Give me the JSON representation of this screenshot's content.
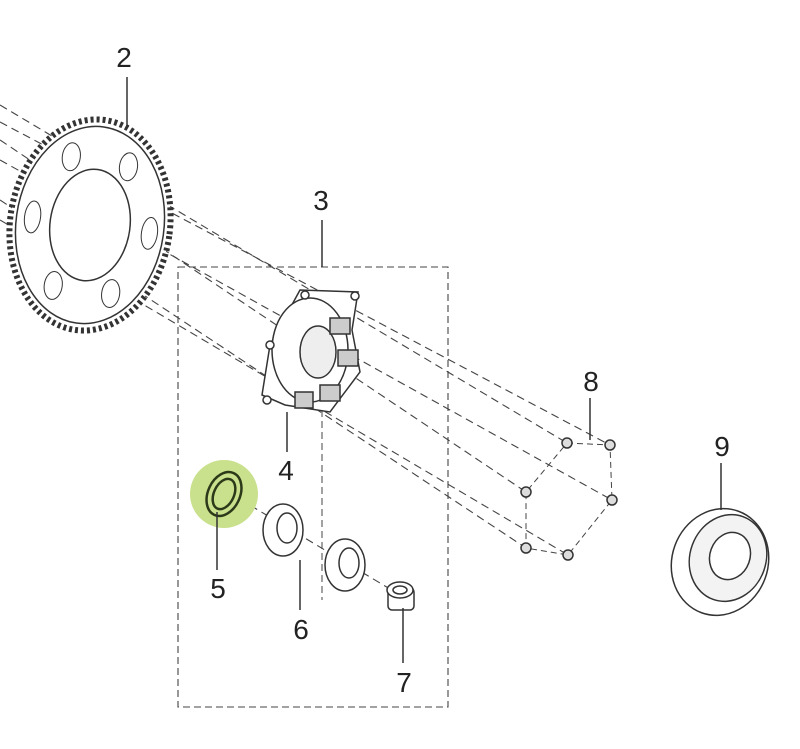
{
  "diagram": {
    "highlight_color": "#c9e08c",
    "line_color": "#333333",
    "callouts": [
      {
        "id": "2",
        "label": "2"
      },
      {
        "id": "3",
        "label": "3"
      },
      {
        "id": "4",
        "label": "4"
      },
      {
        "id": "5",
        "label": "5"
      },
      {
        "id": "6",
        "label": "6"
      },
      {
        "id": "7",
        "label": "7"
      },
      {
        "id": "8",
        "label": "8"
      },
      {
        "id": "9",
        "label": "9"
      }
    ],
    "highlighted_part": "5"
  }
}
